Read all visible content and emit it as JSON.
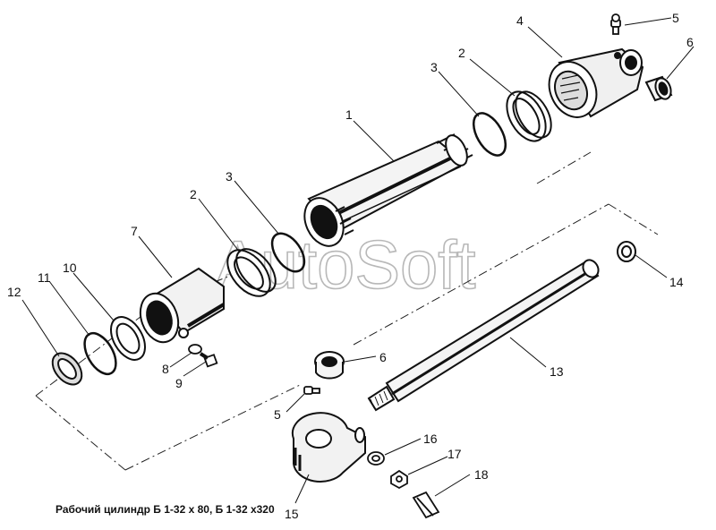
{
  "diagram": {
    "caption": "Рабочий цилиндр Б 1-32 х 80, Б 1-32 х320",
    "watermark": "AutoSoft",
    "callouts": {
      "c1": "1",
      "c2a": "2",
      "c2b": "2",
      "c3a": "3",
      "c3b": "3",
      "c4": "4",
      "c5a": "5",
      "c5b": "5",
      "c6a": "6",
      "c6b": "6",
      "c7": "7",
      "c8": "8",
      "c9": "9",
      "c10": "10",
      "c11": "11",
      "c12": "12",
      "c13": "13",
      "c14": "14",
      "c15": "15",
      "c16": "16",
      "c17": "17",
      "c18": "18"
    }
  }
}
